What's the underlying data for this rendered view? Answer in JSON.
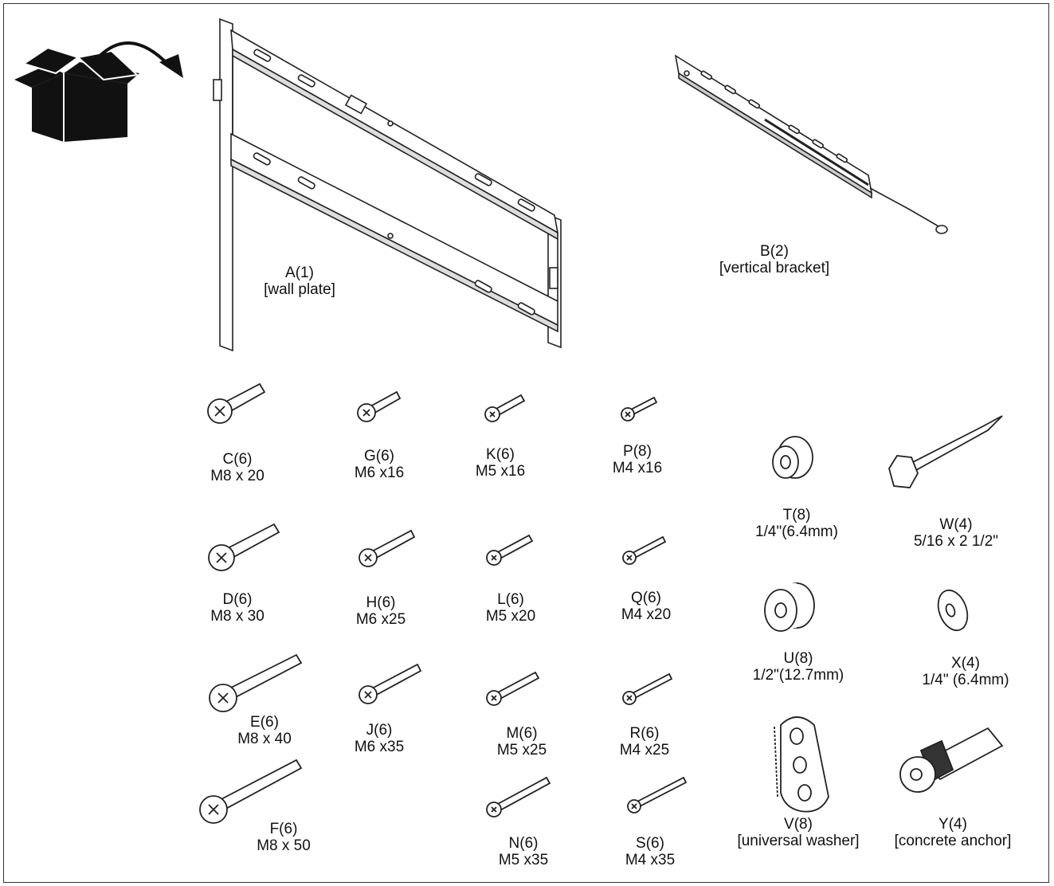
{
  "parts": [
    {
      "id": "wall-plate",
      "code": "A(1)",
      "desc": "[wall plate]"
    },
    {
      "id": "vertical-bracket",
      "code": "B(2)",
      "desc": "[vertical bracket]"
    },
    {
      "id": "bolt-c",
      "code": "C(6)",
      "desc": "M8 x 20"
    },
    {
      "id": "bolt-g",
      "code": "G(6)",
      "desc": "M6 x16"
    },
    {
      "id": "bolt-k",
      "code": "K(6)",
      "desc": "M5 x16"
    },
    {
      "id": "bolt-p",
      "code": "P(8)",
      "desc": "M4 x16"
    },
    {
      "id": "bolt-d",
      "code": "D(6)",
      "desc": "M8 x 30"
    },
    {
      "id": "bolt-h",
      "code": "H(6)",
      "desc": "M6 x25"
    },
    {
      "id": "bolt-l",
      "code": "L(6)",
      "desc": "M5 x20"
    },
    {
      "id": "bolt-q",
      "code": "Q(6)",
      "desc": "M4 x20"
    },
    {
      "id": "bolt-e",
      "code": "E(6)",
      "desc": "M8 x 40"
    },
    {
      "id": "bolt-j",
      "code": "J(6)",
      "desc": "M6 x35"
    },
    {
      "id": "bolt-m",
      "code": "M(6)",
      "desc": "M5 x25"
    },
    {
      "id": "bolt-r",
      "code": "R(6)",
      "desc": "M4 x25"
    },
    {
      "id": "bolt-f",
      "code": "F(6)",
      "desc": "M8 x 50"
    },
    {
      "id": "bolt-n",
      "code": "N(6)",
      "desc": "M5 x35"
    },
    {
      "id": "bolt-s",
      "code": "S(6)",
      "desc": "M4 x35"
    },
    {
      "id": "spacer-t",
      "code": "T(8)",
      "desc": "1/4\"(6.4mm)"
    },
    {
      "id": "lag-bolt-w",
      "code": "W(4)",
      "desc": "5/16 x 2 1/2\""
    },
    {
      "id": "spacer-u",
      "code": "U(8)",
      "desc": "1/2\"(12.7mm)"
    },
    {
      "id": "washer-x",
      "code": "X(4)",
      "desc": "1/4\" (6.4mm)"
    },
    {
      "id": "universal-washer-v",
      "code": "V(8)",
      "desc": "[universal washer]"
    },
    {
      "id": "concrete-anchor-y",
      "code": "Y(4)",
      "desc": "[concrete anchor]"
    }
  ]
}
